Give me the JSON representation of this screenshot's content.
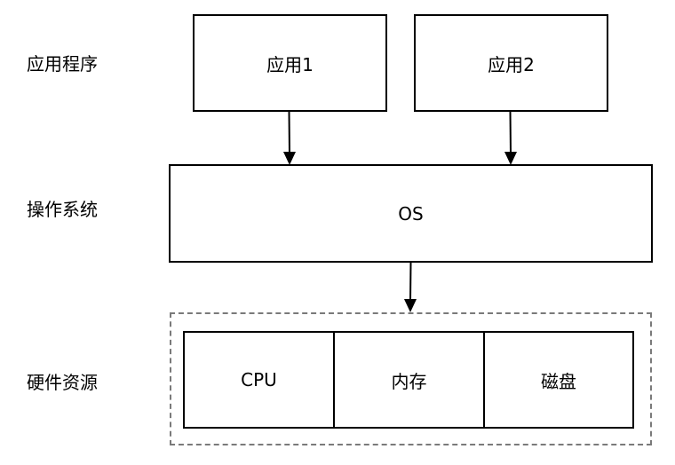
{
  "layers": {
    "apps": "应用程序",
    "os": "操作系统",
    "hardware": "硬件资源"
  },
  "nodes": {
    "app1": "应用1",
    "app2": "应用2",
    "os": "OS",
    "cpu": "CPU",
    "memory": "内存",
    "disk": "磁盘"
  },
  "edges": [
    {
      "from": "app1",
      "to": "os"
    },
    {
      "from": "app2",
      "to": "os"
    },
    {
      "from": "os",
      "to": "hardware-group"
    }
  ],
  "colors": {
    "stroke": "#000000",
    "dashed_border": "#7a7a7a",
    "background": "#ffffff"
  }
}
